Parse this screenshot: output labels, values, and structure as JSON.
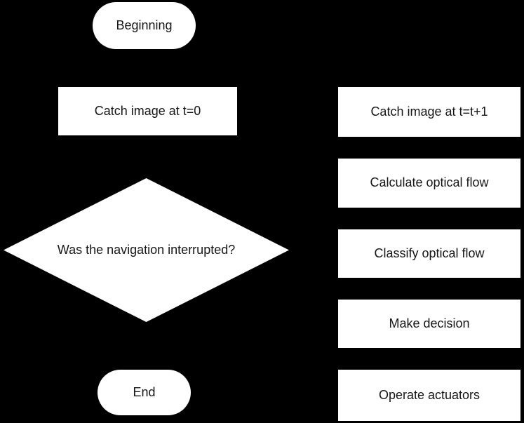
{
  "canvas": {
    "background_color": "#000000",
    "node_fill_color": "#ffffff",
    "node_text_color": "#161616"
  },
  "flowchart": {
    "nodes": [
      {
        "id": "beginning",
        "type": "terminator",
        "label": "Beginning"
      },
      {
        "id": "catch-image-t0",
        "type": "process",
        "label": "Catch image at t=0"
      },
      {
        "id": "navigation-interrupted",
        "type": "decision",
        "label": "Was the navigation interrupted?"
      },
      {
        "id": "end",
        "type": "terminator",
        "label": "End"
      },
      {
        "id": "catch-image-t1",
        "type": "process",
        "label": "Catch image at t=t+1"
      },
      {
        "id": "calculate-optical-flow",
        "type": "process",
        "label": "Calculate optical flow"
      },
      {
        "id": "classify-optical-flow",
        "type": "process",
        "label": "Classify optical flow"
      },
      {
        "id": "make-decision",
        "type": "process",
        "label": "Make decision"
      },
      {
        "id": "operate-actuators",
        "type": "process",
        "label": "Operate actuators"
      }
    ]
  }
}
